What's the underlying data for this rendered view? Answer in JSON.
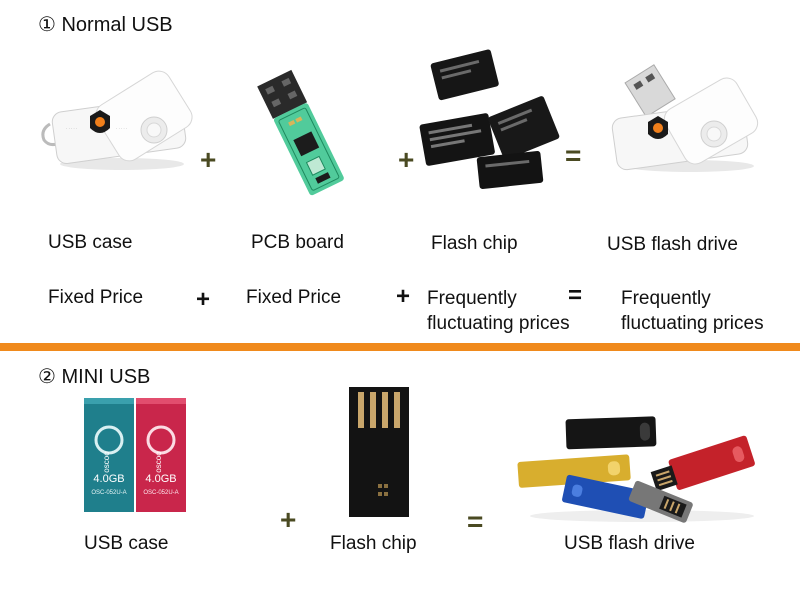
{
  "section1": {
    "heading": "① Normal USB",
    "labels": {
      "usb_case": "USB case",
      "pcb_board": "PCB board",
      "flash_chip": "Flash chip",
      "usb_flash_drive": "USB flash drive"
    },
    "prices": {
      "usb_case": "Fixed Price",
      "pcb_board": "Fixed Price",
      "flash_chip": [
        "Frequently",
        "fluctuating prices"
      ],
      "usb_flash_drive": [
        "Frequently",
        "fluctuating prices"
      ]
    },
    "operators": {
      "plus": "+",
      "equals": "="
    }
  },
  "section2": {
    "heading": "② MINI USB",
    "labels": {
      "usb_case": "USB case",
      "flash_chip": "Flash chip",
      "usb_flash_drive": "USB flash drive"
    },
    "operators": {
      "plus": "+",
      "equals": "="
    },
    "product_markings": {
      "brand": "oscoo",
      "capacity": "4.0GB",
      "model": "OSC-052U-A"
    }
  },
  "colors": {
    "divider": "#f08a1c",
    "operator": "#4a4a22",
    "mini_case_teal": "#1f7f8c",
    "mini_case_red": "#c9264b"
  }
}
